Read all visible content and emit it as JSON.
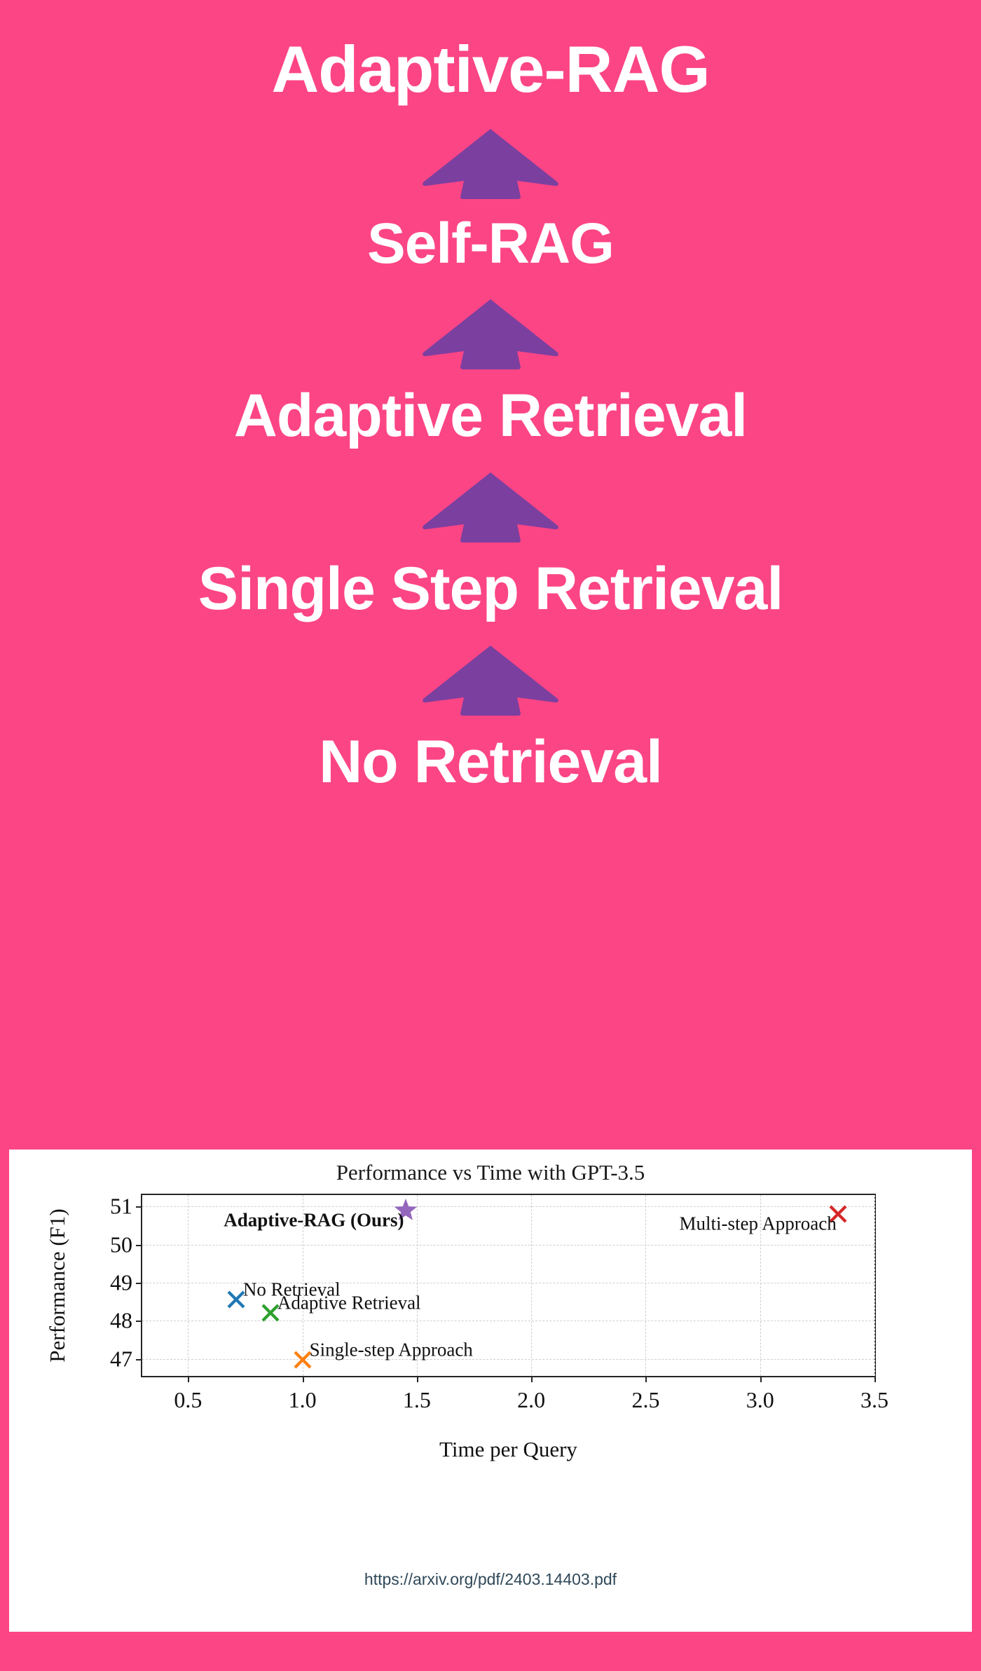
{
  "theme": {
    "background": "#FC4585",
    "arrow_color": "#7B3FA0",
    "card_background": "#FFFFFF",
    "heading_color": "#FFFFFF"
  },
  "hero": {
    "ladder": [
      {
        "label": "Adaptive-RAG",
        "level": 0
      },
      {
        "label": "Self-RAG",
        "level": 1
      },
      {
        "label": "Adaptive Retrieval",
        "level": 2
      },
      {
        "label": "Single Step Retrieval",
        "level": 3
      },
      {
        "label": "No Retrieval",
        "level": 4
      }
    ],
    "arrow_icon": "up-arrow-icon",
    "arrow_count": 4
  },
  "source": {
    "url": "https://arxiv.org/pdf/2403.14403.pdf"
  },
  "chart_data": {
    "type": "scatter",
    "title": "Performance vs Time with GPT-3.5",
    "xlabel": "Time per Query",
    "ylabel": "Performance (F1)",
    "xlim": [
      0.3,
      3.5
    ],
    "ylim": [
      46.55,
      51.3
    ],
    "grid": true,
    "grid_style": "dashed",
    "legend": "none (inline point annotations)",
    "xticks": [
      "0.5",
      "1.0",
      "1.5",
      "2.0",
      "2.5",
      "3.0",
      "3.5"
    ],
    "xtick_values": [
      0.5,
      1.0,
      1.5,
      2.0,
      2.5,
      3.0,
      3.5
    ],
    "yticks": [
      "47",
      "48",
      "49",
      "50",
      "51"
    ],
    "ytick_values": [
      47,
      48,
      49,
      50,
      51
    ],
    "points": [
      {
        "label": "Adaptive-RAG (Ours)",
        "x": 1.45,
        "y": 50.9,
        "marker": "star",
        "color": "#9467bd",
        "label_side": "left",
        "bold": true
      },
      {
        "label": "Multi-step Approach",
        "x": 3.34,
        "y": 50.8,
        "marker": "x",
        "color": "#d62728",
        "label_side": "left",
        "bold": false
      },
      {
        "label": "No Retrieval",
        "x": 0.71,
        "y": 48.55,
        "marker": "x",
        "color": "#1f77b4",
        "label_side": "right",
        "bold": false
      },
      {
        "label": "Adaptive Retrieval",
        "x": 0.86,
        "y": 48.2,
        "marker": "x",
        "color": "#2ca02c",
        "label_side": "right",
        "bold": false
      },
      {
        "label": "Single-step Approach",
        "x": 1.0,
        "y": 46.97,
        "marker": "x",
        "color": "#ff7f0e",
        "label_side": "right",
        "bold": false
      }
    ]
  }
}
